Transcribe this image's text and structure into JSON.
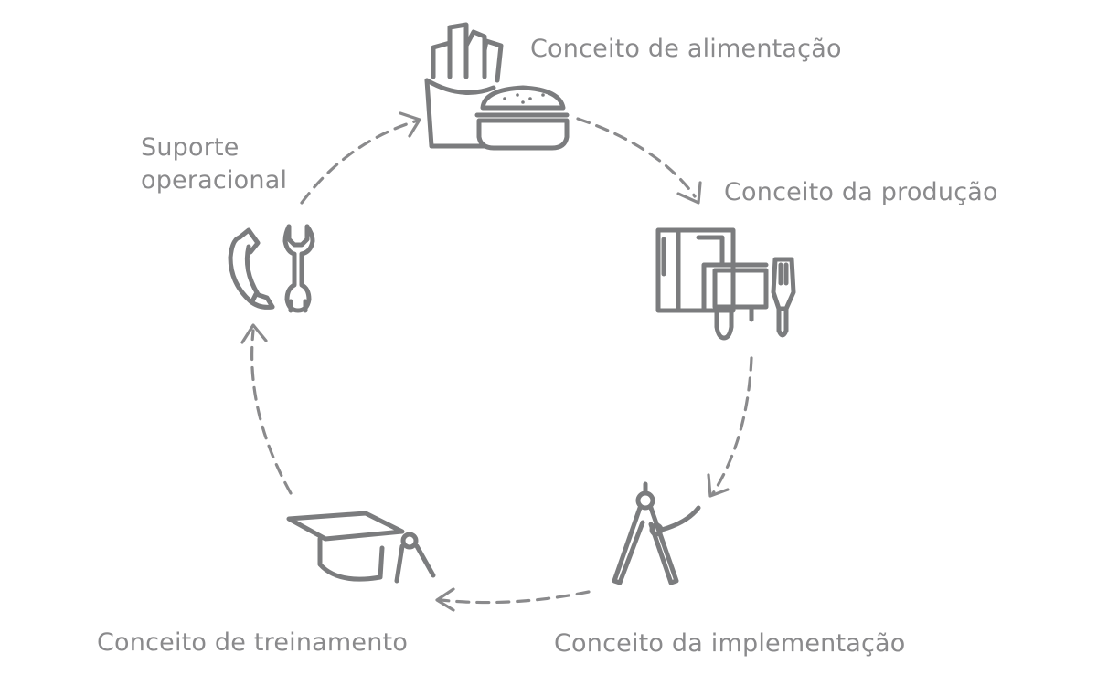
{
  "colors": {
    "icon": "#7b7c7e",
    "text": "#8a8a8c",
    "background": "#ffffff"
  },
  "steps": [
    {
      "id": "food",
      "label": "Conceito de alimentação",
      "icon": "fries-burger-icon"
    },
    {
      "id": "production",
      "label": "Conceito da produção",
      "icon": "oven-equipment-icon"
    },
    {
      "id": "implementation",
      "label": "Conceito da implementação",
      "icon": "compass-icon"
    },
    {
      "id": "training",
      "label": "Conceito de treinamento",
      "icon": "graduation-cap-icon"
    },
    {
      "id": "support",
      "label_line1": "Suporte",
      "label_line2": "operacional",
      "icon": "phone-wrench-icon"
    }
  ]
}
